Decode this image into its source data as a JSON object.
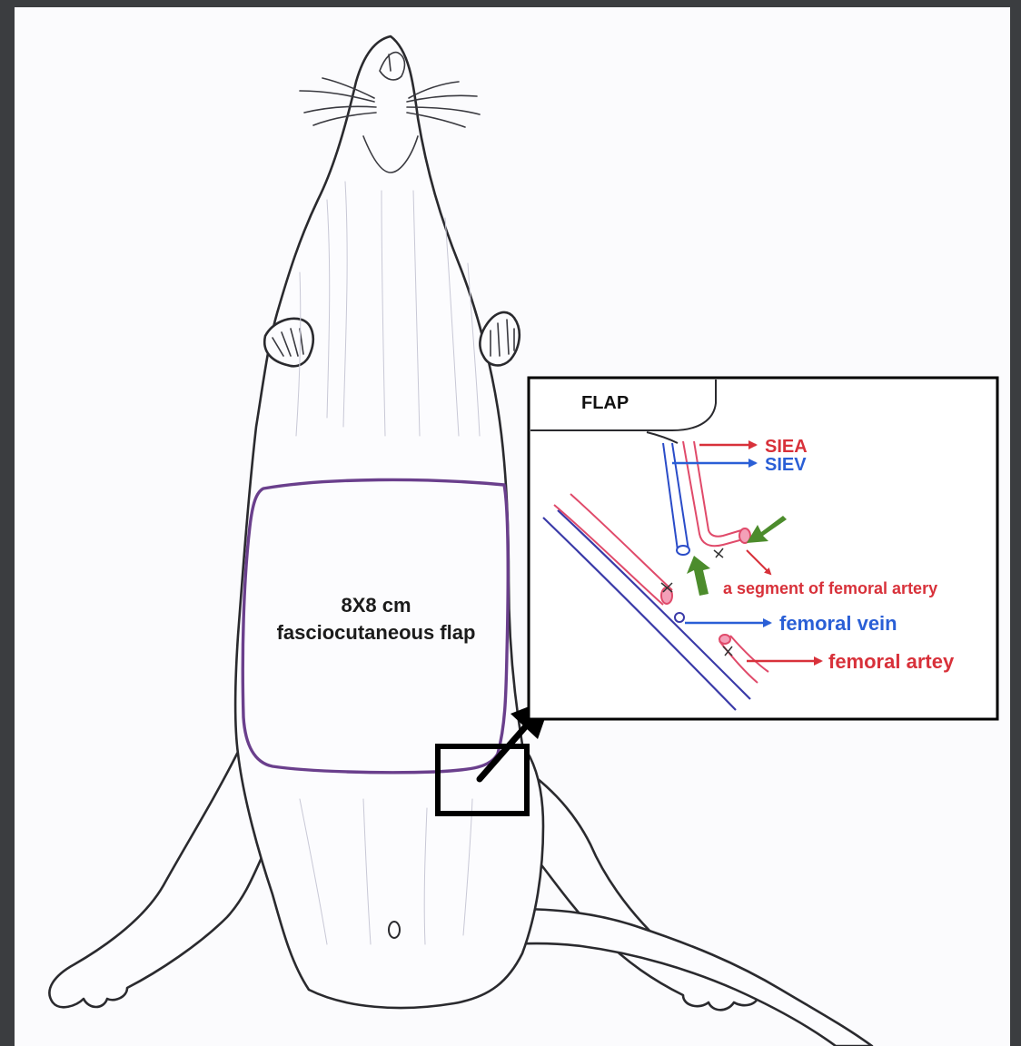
{
  "flap": {
    "line1": "8X8 cm",
    "line2": "fasciocutaneous flap"
  },
  "inset": {
    "flap_label": "FLAP",
    "siea": "SIEA",
    "siev": "SIEV",
    "segment": "a segment of femoral artery",
    "vein": "femoral vein",
    "artery": "femoral artey"
  },
  "colors": {
    "artery": "#d8313a",
    "vein": "#2a5fd6",
    "flap_outline": "#6a3f8c",
    "pointer_arrow": "#4c8c2c"
  }
}
